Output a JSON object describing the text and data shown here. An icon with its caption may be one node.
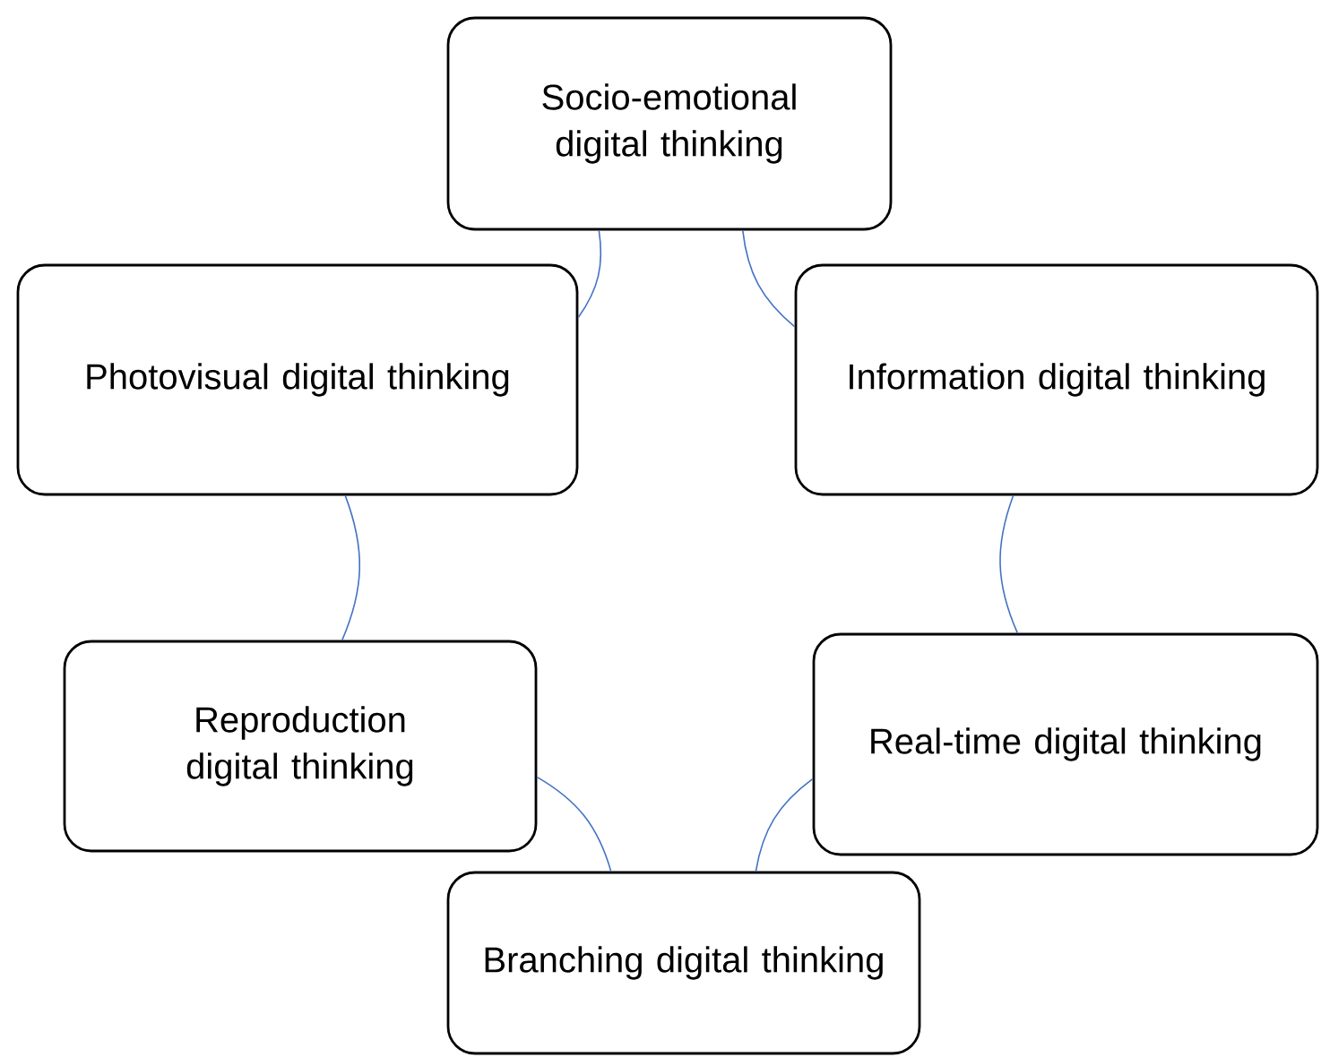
{
  "diagram": {
    "nodes": [
      {
        "text": [
          "Socio-emotional digital thinking"
        ]
      },
      {
        "text": [
          "Photovisual digital thinking"
        ]
      },
      {
        "text": [
          "Information digital thinking"
        ]
      },
      {
        "text": [
          "Reproduction digital thinking"
        ]
      },
      {
        "text": [
          "Real-time digital thinking"
        ]
      },
      {
        "text": [
          "Branching digital thinking"
        ]
      }
    ],
    "edges": [
      {
        "from": 0,
        "to": 2,
        "arrow": "none"
      },
      {
        "from": 2,
        "to": 4,
        "arrow": "none"
      },
      {
        "from": 4,
        "to": 5,
        "arrow": "none"
      },
      {
        "from": 5,
        "to": 3,
        "arrow": "none"
      },
      {
        "from": 3,
        "to": 1,
        "arrow": "none"
      },
      {
        "from": 1,
        "to": 0,
        "arrow": "none"
      }
    ]
  }
}
